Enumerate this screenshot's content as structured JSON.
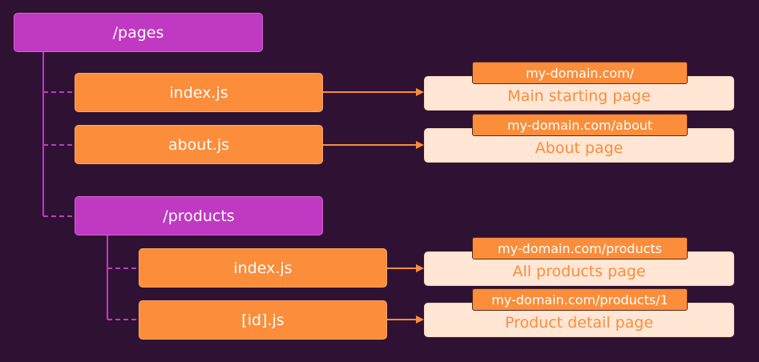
{
  "nodes": {
    "pages_folder": "/pages",
    "index_js": "index.js",
    "about_js": "about.js",
    "products_folder": "/products",
    "products_index_js": "index.js",
    "product_id_js": "[id].js"
  },
  "routes": [
    {
      "url": "my-domain.com/",
      "page": "Main starting page"
    },
    {
      "url": "my-domain.com/about",
      "page": "About page"
    },
    {
      "url": "my-domain.com/products",
      "page": "All products page"
    },
    {
      "url": "my-domain.com/products/1",
      "page": "Product detail page"
    }
  ],
  "colors": {
    "background": "#2f1233",
    "folder": "#c039c2",
    "file": "#fb8d3b",
    "result_bg": "#ffe6d5",
    "connector": "#c039c2",
    "arrow": "#fb8d3b"
  }
}
